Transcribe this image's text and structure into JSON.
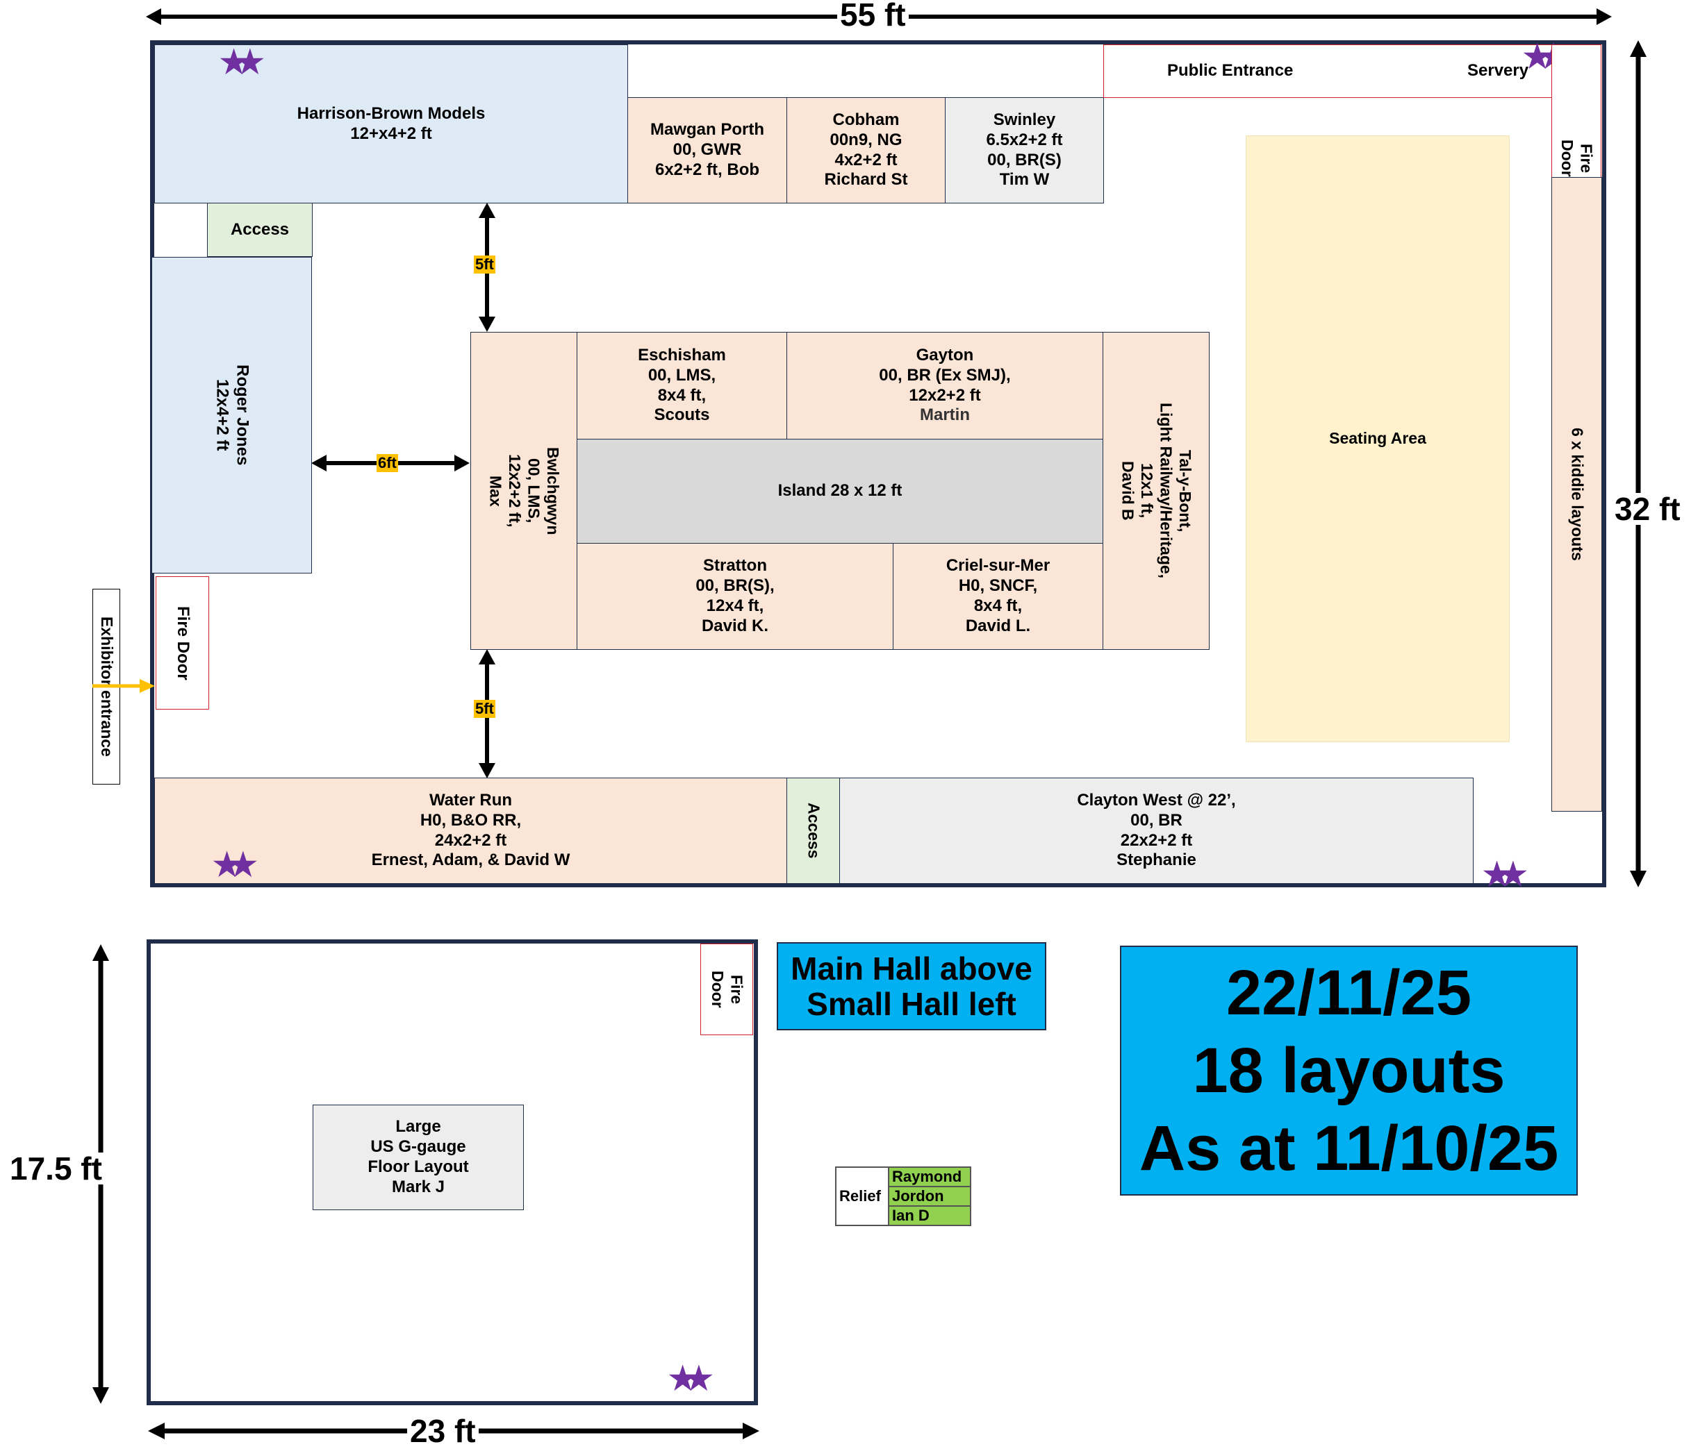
{
  "dimensions": {
    "main_width": "55 ft",
    "main_height": "32 ft",
    "small_height": "17.5 ft",
    "small_width": "23 ft",
    "gap_top": "5ft",
    "gap_bottom": "5ft",
    "gap_side": "6ft"
  },
  "colors": {
    "wall": "#1f2d4a",
    "layout_peach": "#fbe5d6",
    "layout_blue": "#deebf7",
    "layout_grey": "#ededed",
    "island": "#d9d9d9",
    "access_green": "#e2efda",
    "seating": "#fff2cc",
    "fire_door_outline": "#d0202a",
    "gap_tag": "#ffc000",
    "note_blue": "#00b0f0",
    "relief_green": "#92d050",
    "star": "#7030a0"
  },
  "main_hall": {
    "harrison_brown": "Harrison-Brown Models\n12+x4+2 ft",
    "mawgan_porth": "Mawgan Porth\n00, GWR\n6x2+2 ft, Bob",
    "cobham": "Cobham\n00n9, NG\n4x2+2 ft\nRichard St",
    "swinley": "Swinley\n6.5x2+2 ft\n00, BR(S)\nTim W",
    "public_entrance": "Public Entrance",
    "servery": "Servery",
    "fire_door_right": "Fire\nDoor",
    "access_top": "Access",
    "roger_jones": "Roger Jones\n12x4+2 ft",
    "fire_door_left": "Fire Door",
    "exhibitor_entrance": "Exhibitor entrance",
    "bwlchgwyn": "Bwlchgwyn\n00, LMS,\n12x2+2 ft,\nMax",
    "eschisham": "Eschisham\n00, LMS,\n8x4 ft,\nScouts",
    "gayton": "Gayton\n00, BR (Ex SMJ),\n12x2+2 ft",
    "gayton_owner": "Martin",
    "island": "Island 28 x 12 ft",
    "stratton": "Stratton\n00, BR(S),\n12x4 ft,\nDavid K.",
    "criel_sur_mer": "Criel-sur-Mer\nH0, SNCF,\n8x4 ft,\nDavid L.",
    "tal_y_bont": "Tal-y-Bont,\nLight Railway/Heritage,\n12x1 ft,\nDavid B",
    "seating_area": "Seating Area",
    "kiddie_layouts": "6 x kiddie layouts",
    "water_run": "Water Run\nH0, B&O RR,\n24x2+2 ft\nErnest, Adam, & David W",
    "access_bottom": "Access",
    "clayton_west": "Clayton West @ 22’,\n00, BR\n22x2+2 ft\nStephanie"
  },
  "small_hall": {
    "fire_door": "Fire\nDoor",
    "g_gauge": "Large\nUS G-gauge\nFloor Layout\nMark J"
  },
  "notes": {
    "hall_note": "Main Hall above\nSmall Hall left",
    "date_line": "22/11/25",
    "count_line": "18 layouts",
    "as_at_line": "As at 11/10/25"
  },
  "relief": {
    "label": "Relief",
    "names": [
      "Raymond",
      "Jordon",
      "Ian D"
    ]
  },
  "markers": {
    "star_glyph": "★★"
  }
}
